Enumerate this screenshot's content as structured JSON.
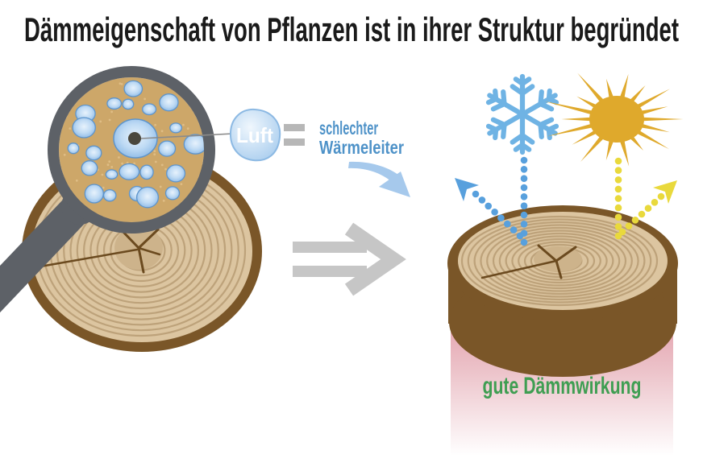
{
  "title": "Dämmeigenschaft von Pflanzen ist in ihrer Struktur begründet",
  "magnifier": {
    "label": "Luft"
  },
  "equation": {
    "symbol": "=",
    "line1": "schlechter",
    "line2": "Wärmeleiter"
  },
  "result": {
    "caption": "gute Dämmwirkung"
  },
  "colors": {
    "title_text": "#1a1a1a",
    "blue_label": "#4e92c8",
    "luft_text": "#ffffff",
    "green_caption": "#3f9e52",
    "snowflake_blue": "#6fb3e4",
    "sun_gold": "#dfa92c",
    "reflect_yellow": "#e9d93c",
    "reflect_blue": "#58a0dd",
    "wood_tan": "#dcc5a0",
    "ring_brown": "#bda27a",
    "bark_brown": "#7a5628",
    "pith_tan": "#cdb38b",
    "cell_background": "#cda769",
    "magnifier_gray": "#5d6167",
    "arrow_gray": "#c6c6c6",
    "equals_gray": "#b7b7b7",
    "insulation_pink": "#de8d9b",
    "curved_arrow_blue": "#a6c9ec"
  }
}
